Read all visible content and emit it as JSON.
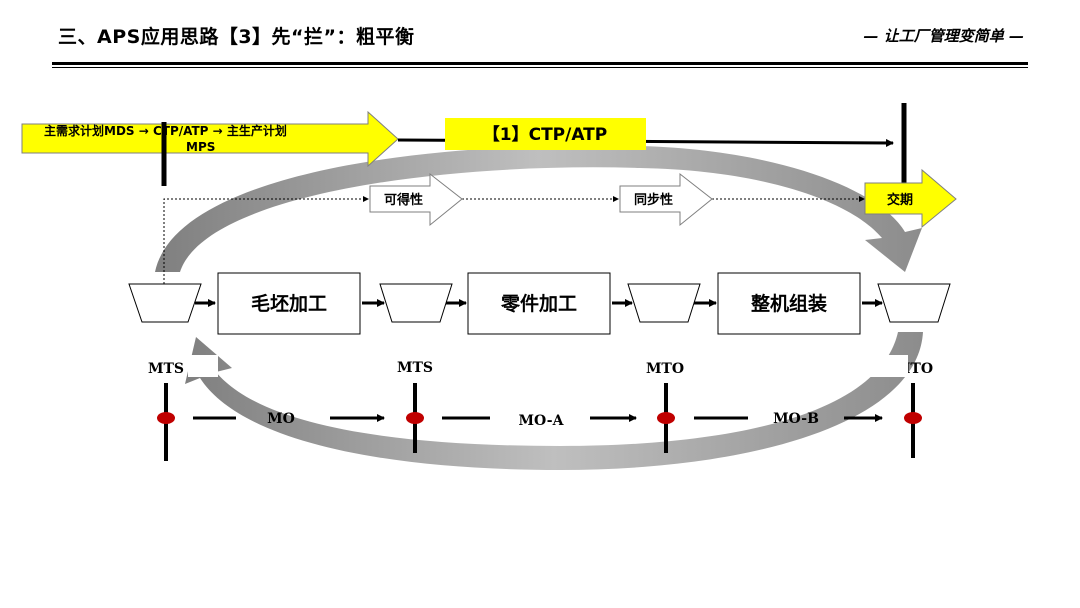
{
  "header": {
    "title": "三、APS应用思路【3】先“拦”：粗平衡",
    "slogan": "— 让工厂管理变简单 —"
  },
  "diagram": {
    "top_arrow_line1": "主需求计划MDS → CTP/ATP → 主生产计划",
    "top_arrow_line2": "MPS",
    "ctp_label": "【1】CTP/ATP",
    "flow_labels": [
      "可得性",
      "同步性",
      "交期"
    ],
    "processes": [
      "毛坯加工",
      "零件加工",
      "整机组装"
    ],
    "stock_types": [
      "MTS",
      "MTS",
      "MTO",
      "MTO"
    ],
    "orders": [
      "MO",
      "MO-A",
      "MO-B"
    ],
    "colors": {
      "highlight_yellow": "#ffff00",
      "swoosh_gray": "#a6a6a6",
      "order_dot": "#c00000"
    }
  }
}
